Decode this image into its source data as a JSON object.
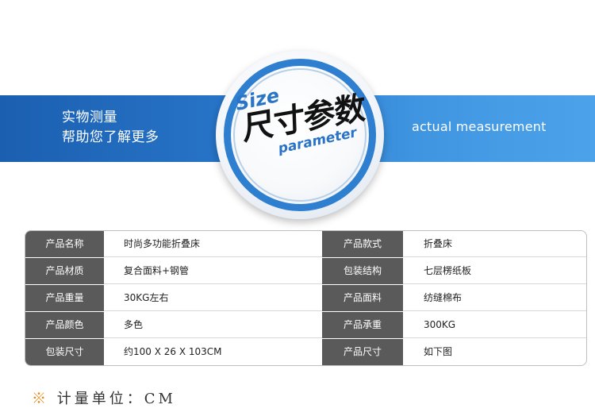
{
  "banner": {
    "left_line1": "实物测量",
    "left_line2": "帮助您了解更多",
    "right_text": "actual measurement"
  },
  "badge": {
    "size_word": "Size",
    "title": "尺寸参数",
    "parameter_word": "parameter"
  },
  "spec_rows": [
    {
      "label1": "产品名称",
      "value1": "时尚多功能折叠床",
      "label2": "产品款式",
      "value2": "折叠床"
    },
    {
      "label1": "产品材质",
      "value1": "复合面料+钢管",
      "label2": "包装结构",
      "value2": "七层楞纸板"
    },
    {
      "label1": "产品重量",
      "value1": "30KG左右",
      "label2": "产品面料",
      "value2": "纺缝棉布"
    },
    {
      "label1": "产品颜色",
      "value1": "多色",
      "label2": "产品承重",
      "value2": "300KG"
    },
    {
      "label1": "包装尺寸",
      "value1": "约100 X 26 X 103CM",
      "label2": "产品尺寸",
      "value2": "如下图"
    }
  ],
  "note": {
    "mark": "※",
    "text": "计量单位：CM"
  },
  "colors": {
    "banner_blue": "#2a78cc",
    "label_gray": "#5a5a5a",
    "note_mark": "#e38a1c"
  }
}
